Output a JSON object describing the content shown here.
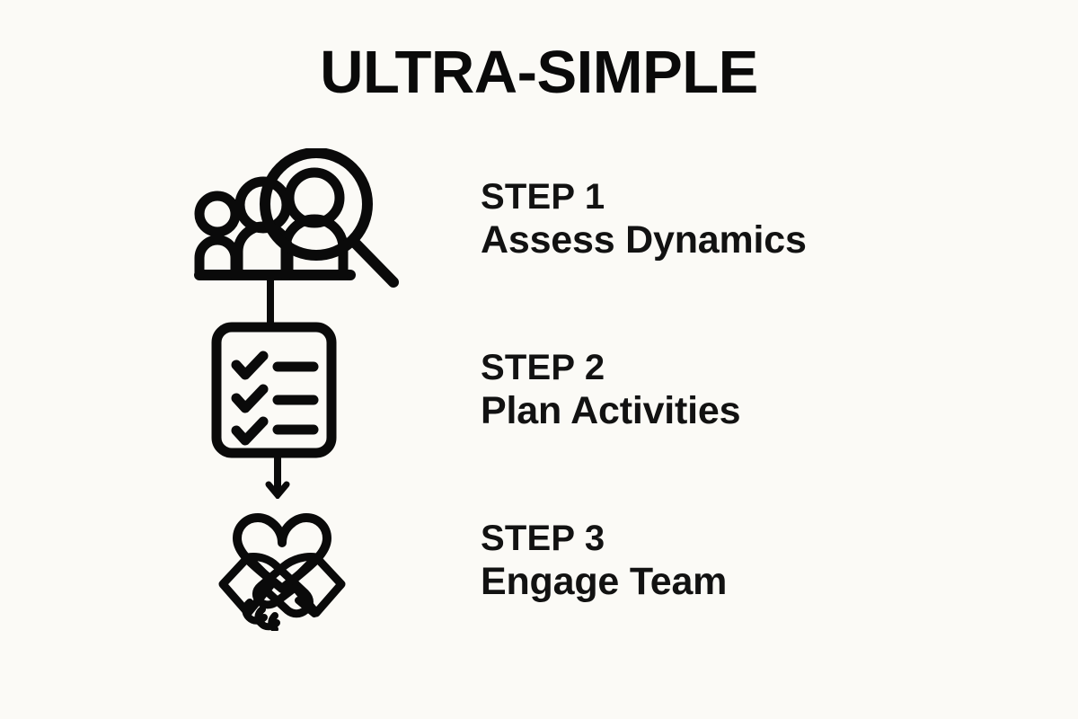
{
  "page": {
    "background_color": "#FBFAF6",
    "ink_color": "#0A0A0A",
    "title": "ULTRA-SIMPLE"
  },
  "steps": [
    {
      "label": "STEP 1",
      "title": "Assess Dynamics",
      "icon": "people-magnifier-icon"
    },
    {
      "label": "STEP 2",
      "title": "Plan Activities",
      "icon": "checklist-icon"
    },
    {
      "label": "STEP 3",
      "title": "Engage Team",
      "icon": "handshake-heart-icon"
    }
  ],
  "connectors": [
    {
      "name": "connector-line-step1-step2",
      "type": "line"
    },
    {
      "name": "connector-arrow-step2-step3",
      "type": "arrow-down"
    }
  ]
}
